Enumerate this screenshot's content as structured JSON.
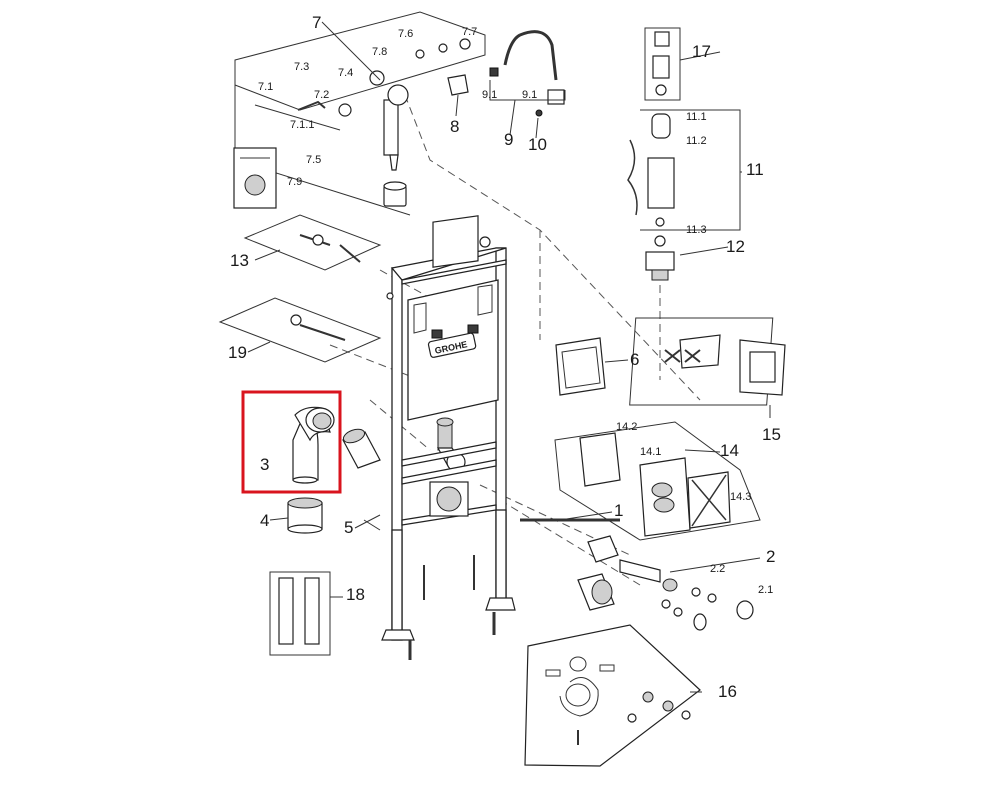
{
  "labels": {
    "p1": "1",
    "p2": "2",
    "p2_1": "2.1",
    "p2_2": "2.2",
    "p3": "3",
    "p4": "4",
    "p5": "5",
    "p6": "6",
    "p7": "7",
    "p7_1": "7.1",
    "p7_1_1": "7.1.1",
    "p7_2": "7.2",
    "p7_3": "7.3",
    "p7_4": "7.4",
    "p7_5": "7.5",
    "p7_6": "7.6",
    "p7_7": "7.7",
    "p7_8": "7.8",
    "p7_9": "7.9",
    "p8": "8",
    "p9": "9",
    "p9_1a": "9.1",
    "p9_1b": "9.1",
    "p10": "10",
    "p11": "11",
    "p11_1": "11.1",
    "p11_2": "11.2",
    "p11_3": "11.3",
    "p12": "12",
    "p13": "13",
    "p14": "14",
    "p14_1": "14.1",
    "p14_2": "14.2",
    "p14_3": "14.3",
    "p15": "15",
    "p16": "16",
    "p17": "17",
    "p18": "18",
    "p19": "19"
  },
  "brand": "GROHE",
  "colors": {
    "highlight": "#d9141e",
    "ink": "#222222"
  }
}
